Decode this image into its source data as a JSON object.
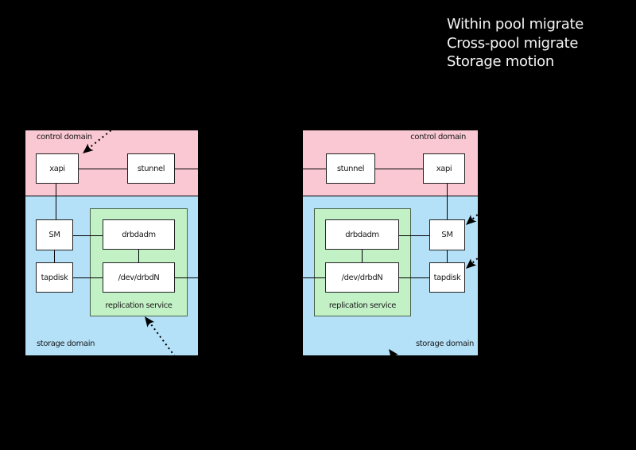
{
  "legend": {
    "items": [
      "Within pool migrate",
      "Cross-pool migrate",
      "Storage motion"
    ]
  },
  "colors": {
    "background": "#000000",
    "control_domain_fill": "#f9c8d2",
    "storage_domain_fill": "#b4e1f8",
    "replication_service_fill": "#c3f1c6",
    "node_fill": "#ffffff",
    "line": "#000000",
    "legend_text": "#f5f5f5"
  },
  "diagrams": [
    {
      "side": "left",
      "control_domain_label": "control domain",
      "storage_domain_label": "storage domain",
      "replication_label": "replication service",
      "nodes": {
        "xapi": "xapi",
        "stunnel": "stunnel",
        "sm": "SM",
        "tapdisk": "tapdisk",
        "drbdadm": "drbdadm",
        "drbdn": "/dev/drbdN"
      }
    },
    {
      "side": "right",
      "control_domain_label": "control domain",
      "storage_domain_label": "storage domain",
      "replication_label": "replication service",
      "nodes": {
        "xapi": "xapi",
        "stunnel": "stunnel",
        "sm": "SM",
        "tapdisk": "tapdisk",
        "drbdadm": "drbdadm",
        "drbdn": "/dev/drbdN"
      }
    }
  ]
}
